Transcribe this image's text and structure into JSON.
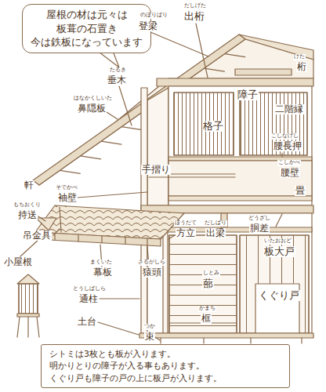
{
  "diagram": {
    "nodes": [
      {
        "text": [
          "屋根の材は元々は 板葺の石置き 今は鉄板になっています"
        ]
      },
      {
        "text": [
          "シトミは3枚とも板が入ります。 明かりとりの障子が入る事もあります。 くぐり戸も障子の戸の上に板戸が入ります。"
        ]
      }
    ],
    "labels": [
      "のぼりばり",
      "登梁",
      "だしげた",
      "出桁",
      "たるき",
      "垂木",
      "けた",
      "桁",
      "障子",
      "はなかくしいた",
      "鼻隠板",
      "二階縁",
      "格子",
      "こしなげし",
      "腰長押",
      "こしかべ",
      "腰壁",
      "軒",
      "手摺り",
      "畳",
      "そでかべ",
      "袖壁",
      "どうざし",
      "胴差",
      "もちおくり",
      "持送",
      "ほうだて",
      "方立",
      "だしばり",
      "出梁",
      "いたおおど",
      "板大戸",
      "吊金具",
      "小屋根",
      "まくいた",
      "幕板",
      "さるがしら",
      "猿頭",
      "しとみ",
      "蔀",
      "とうしばしら",
      "通柱",
      "かまち",
      "框",
      "くぐり戸",
      "土台",
      "つか",
      "束"
    ]
  }
}
